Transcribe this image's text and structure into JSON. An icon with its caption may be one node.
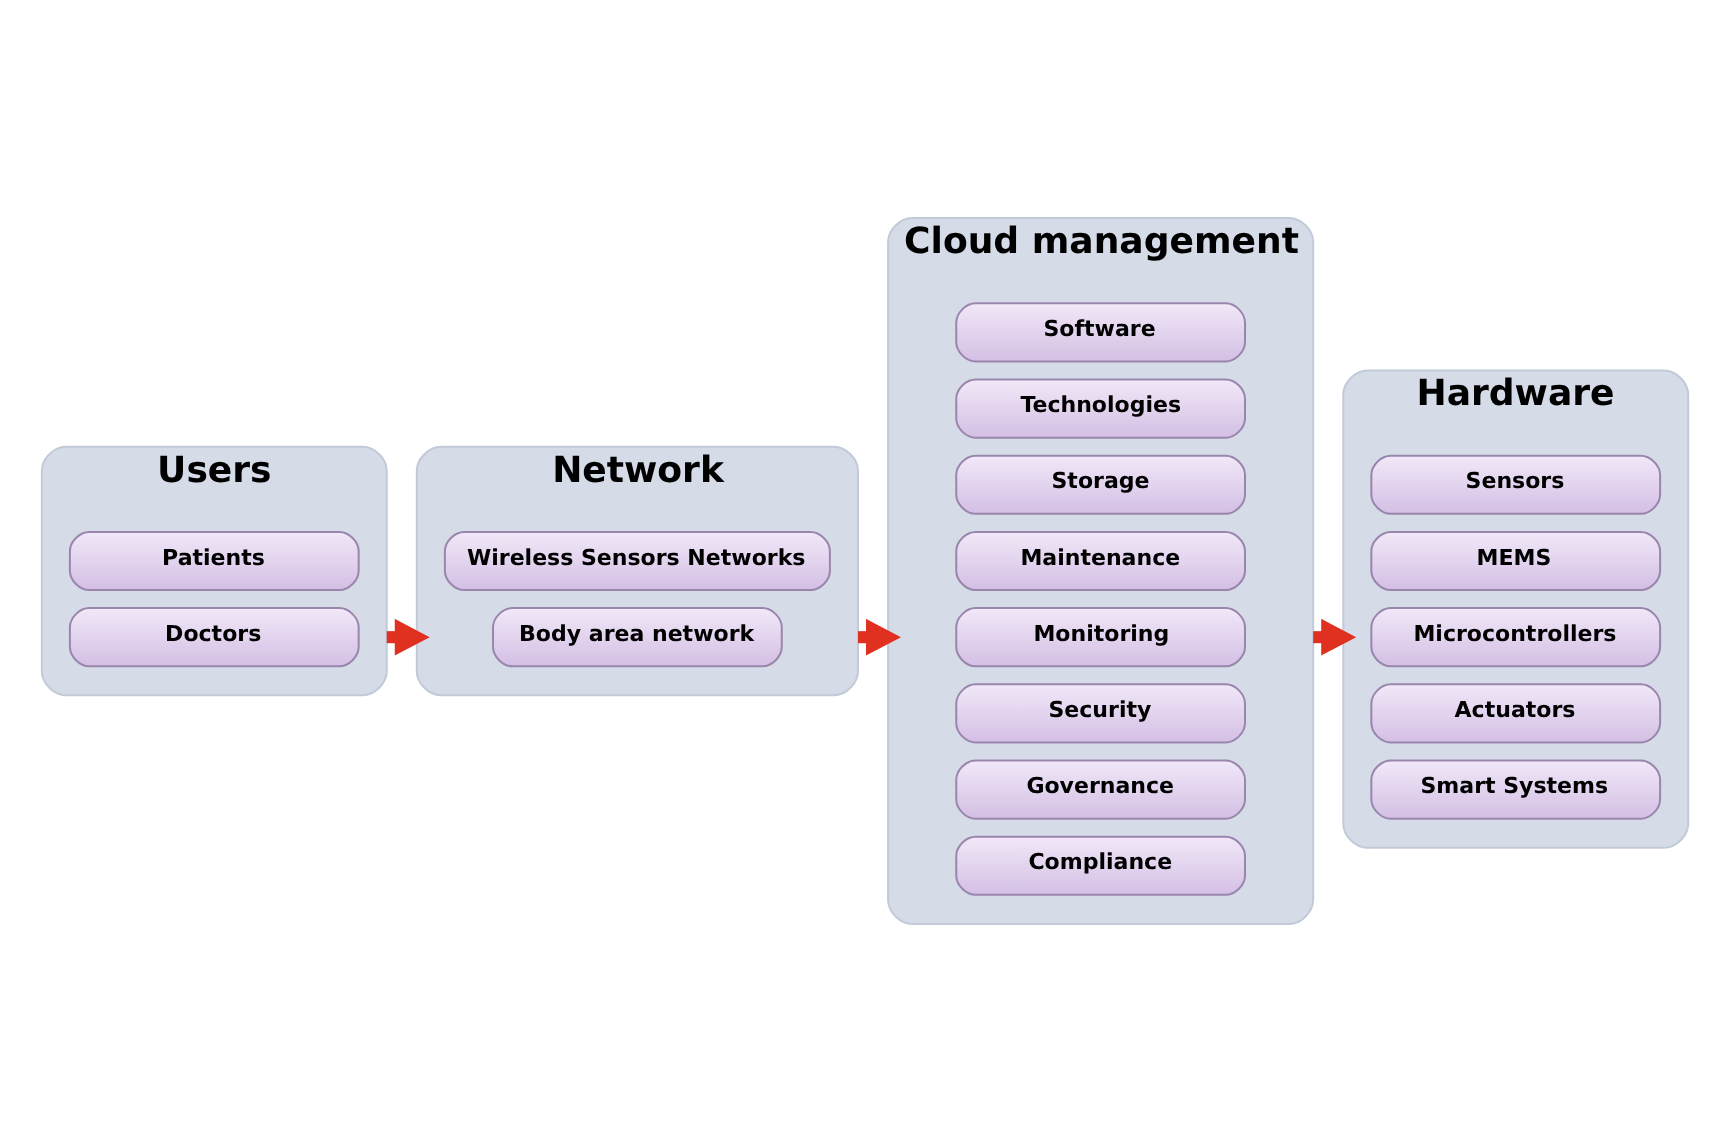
{
  "diagram": {
    "nodes": [
      {
        "text": [
          "Users"
        ]
      },
      {
        "text": [
          "Patients"
        ],
        "in": 0
      },
      {
        "text": [
          "Doctors"
        ],
        "in": 0
      },
      {
        "text": [
          "Network"
        ]
      },
      {
        "text": [
          "Wireless Sensors Networks"
        ],
        "in": 3
      },
      {
        "text": [
          "Body area network"
        ],
        "in": 3
      },
      {
        "text": [
          "Cloud management"
        ]
      },
      {
        "text": [
          "Software"
        ],
        "in": 6
      },
      {
        "text": [
          "Technologies"
        ],
        "in": 6
      },
      {
        "text": [
          "Storage"
        ],
        "in": 6
      },
      {
        "text": [
          "Maintenance"
        ],
        "in": 6
      },
      {
        "text": [
          "Monitoring"
        ],
        "in": 6
      },
      {
        "text": [
          "Security"
        ],
        "in": 6
      },
      {
        "text": [
          "Governance"
        ],
        "in": 6
      },
      {
        "text": [
          "Compliance"
        ],
        "in": 6
      },
      {
        "text": [
          "Hardware"
        ]
      },
      {
        "text": [
          "Sensors"
        ],
        "in": 15
      },
      {
        "text": [
          "MEMS"
        ],
        "in": 15
      },
      {
        "text": [
          "Microcontrollers"
        ],
        "in": 15
      },
      {
        "text": [
          "Actuators"
        ],
        "in": 15
      },
      {
        "text": [
          "Smart Systems"
        ],
        "in": 15
      }
    ],
    "edges": [
      {
        "from": 0,
        "to": 3,
        "arrow": "to"
      },
      {
        "from": 3,
        "to": 6,
        "arrow": "to"
      },
      {
        "from": 6,
        "to": 15,
        "arrow": "to"
      }
    ]
  }
}
